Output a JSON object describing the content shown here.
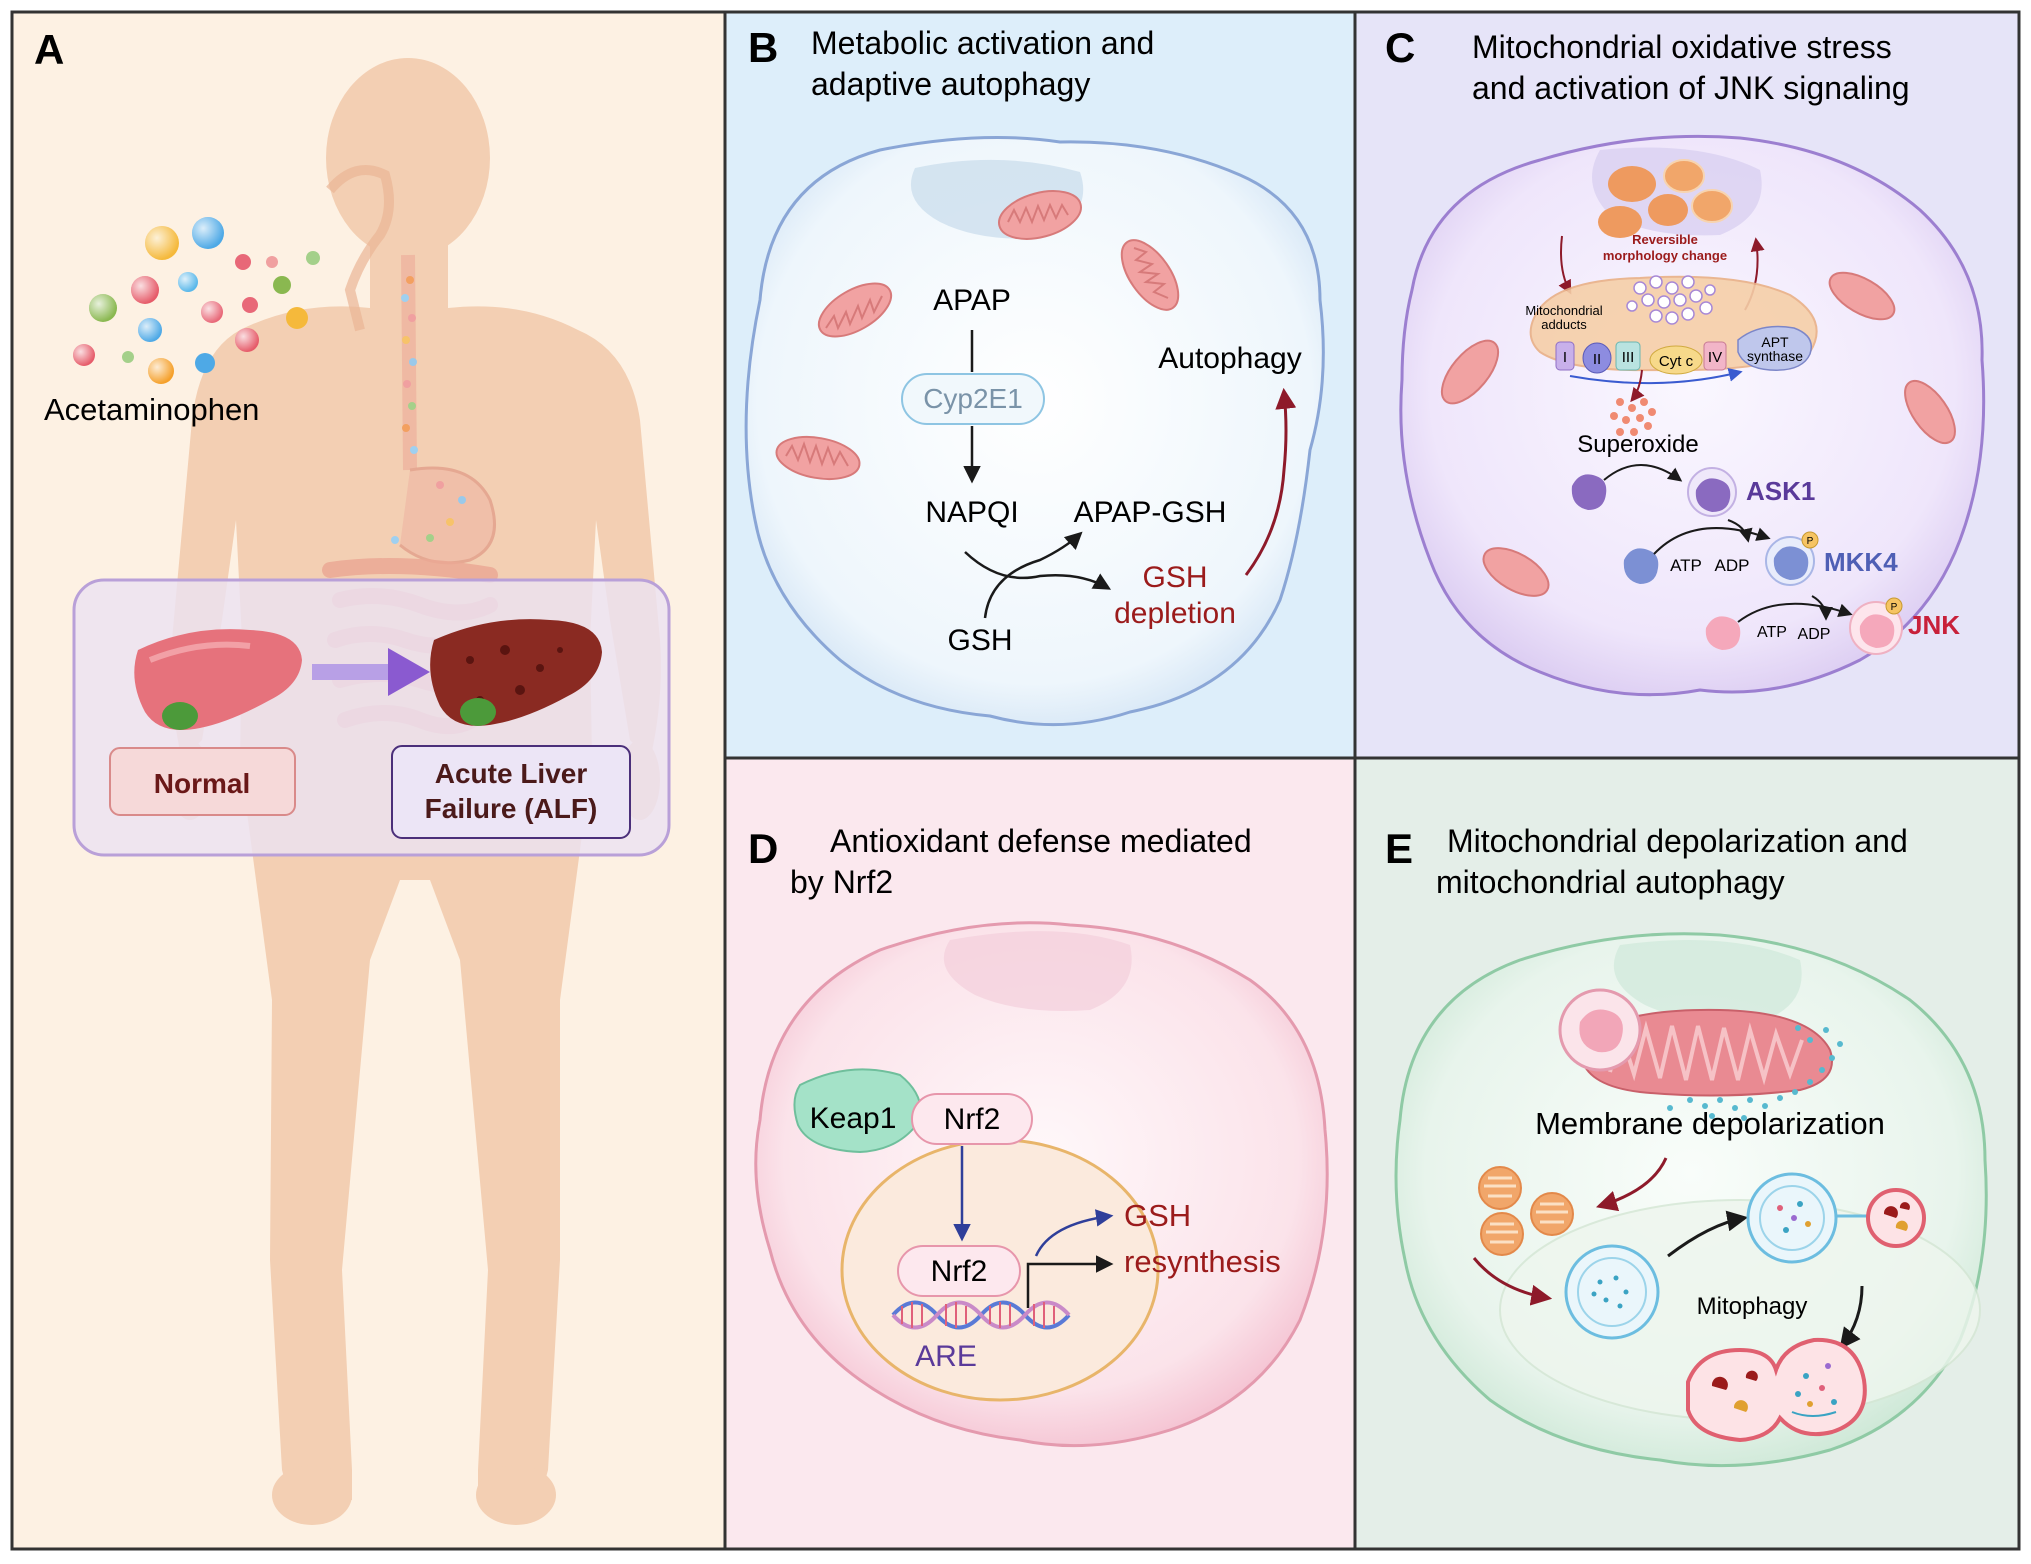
{
  "panel_a": {
    "letter": "A",
    "drug_label": "Acetaminophen",
    "normal_label": "Normal",
    "alf_label_line1": "Acute Liver",
    "alf_label_line2": "Failure (ALF)"
  },
  "panel_b": {
    "letter": "B",
    "title_line1": "Metabolic activation and",
    "title_line2": "adaptive autophagy",
    "apap": "APAP",
    "enzyme": "Cyp2E1",
    "napqi": "NAPQI",
    "apap_gsh": "APAP-GSH",
    "gsh": "GSH",
    "gsh_depletion_line1": "GSH",
    "gsh_depletion_line2": "depletion",
    "autophagy": "Autophagy"
  },
  "panel_c": {
    "letter": "C",
    "title_line1": "Mitochondrial oxidative stress",
    "title_line2": "and activation of JNK signaling",
    "reversible_line1": "Reversible",
    "reversible_line2": "morphology change",
    "adducts_line1": "Mitochondrial",
    "adducts_line2": "adducts",
    "complex_1": "I",
    "complex_2": "II",
    "complex_3": "III",
    "cyt_c": "Cyt c",
    "complex_4": "IV",
    "atp_synthase_line1": "APT",
    "atp_synthase_line2": "synthase",
    "superoxide": "Superoxide",
    "ask1": "ASK1",
    "atp1": "ATP",
    "adp1": "ADP",
    "mkk4": "MKK4",
    "atp2": "ATP",
    "adp2": "ADP",
    "jnk": "JNK",
    "phospho": "P"
  },
  "panel_d": {
    "letter": "D",
    "title_line1": "Antioxidant defense mediated",
    "title_line2": "by Nrf2",
    "keap1": "Keap1",
    "nrf2_cyto": "Nrf2",
    "nrf2_nuc": "Nrf2",
    "are": "ARE",
    "gsh_line1": "GSH",
    "gsh_line2": "resynthesis"
  },
  "panel_e": {
    "letter": "E",
    "title_line1": "Mitochondrial depolarization and",
    "title_line2": "mitochondrial autophagy",
    "membrane": "Membrane depolarization",
    "mitophagy": "Mitophagy"
  },
  "colors": {
    "panel_a_bg": "#fdf1e3",
    "panel_b_bg": "#ddeefa",
    "panel_c_bg": "#e6e4f8",
    "panel_d_bg": "#fbe8ee",
    "panel_e_bg": "#e4eee8",
    "body_silhouette": "#f3cfb3",
    "dark_red": "#9b1b1b",
    "purple": "#5a3a9a",
    "blue_purple": "#4f5fb5"
  }
}
